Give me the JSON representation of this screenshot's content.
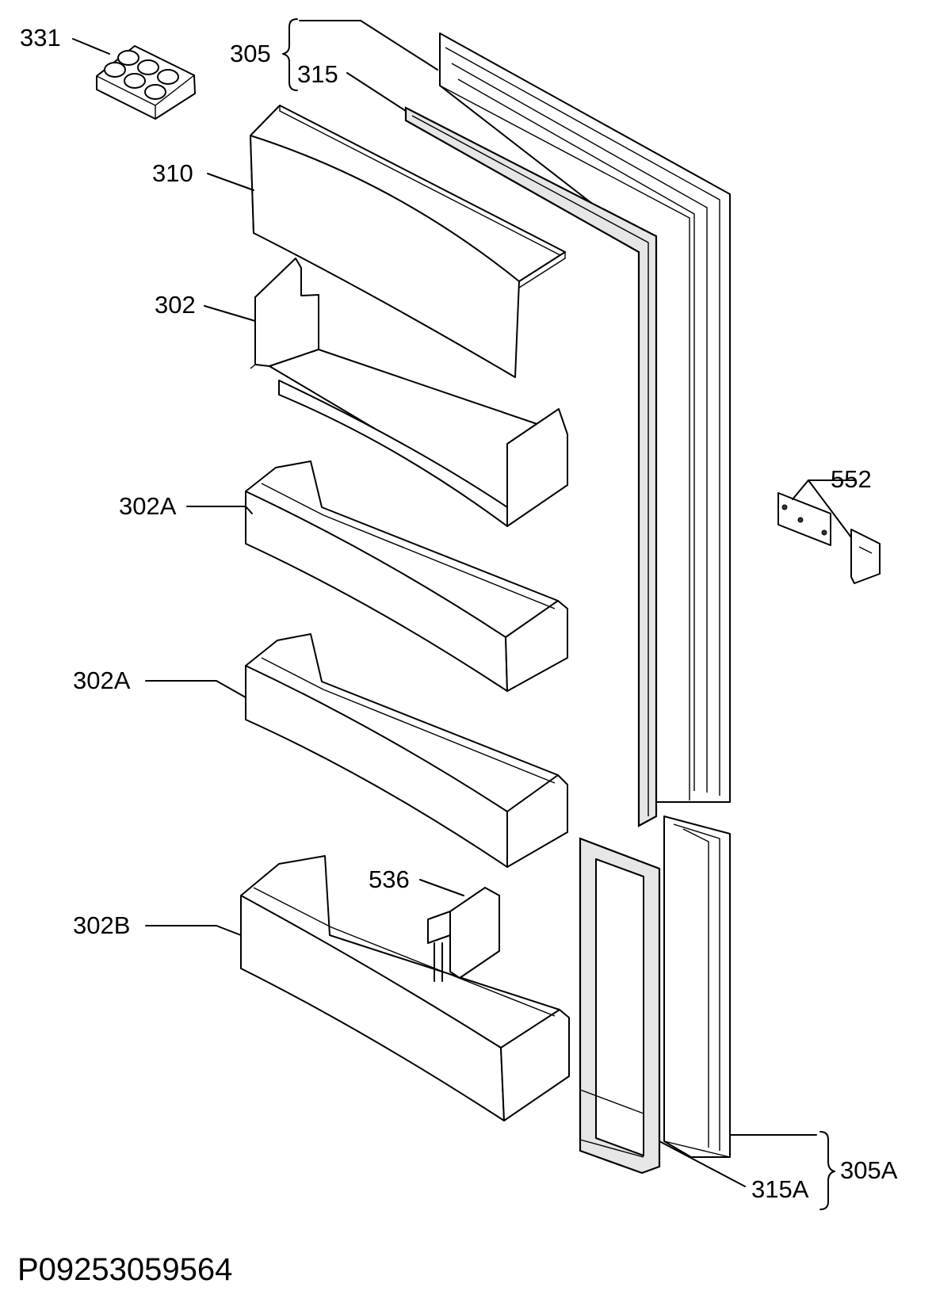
{
  "diagram_code": "P09253059564",
  "callouts": {
    "egg_tray": "331",
    "upper_door_bracket": "305",
    "upper_gasket": "315",
    "shelf_cover": "310",
    "shelf": "302",
    "bottle_shelf_1": "302A",
    "bottle_shelf_2": "302A",
    "hinge": "552",
    "bracket_part": "536",
    "bottom_shelf": "302B",
    "lower_door": "305A",
    "lower_gasket": "315A"
  },
  "colors": {
    "line": "#000000",
    "background": "#ffffff"
  }
}
